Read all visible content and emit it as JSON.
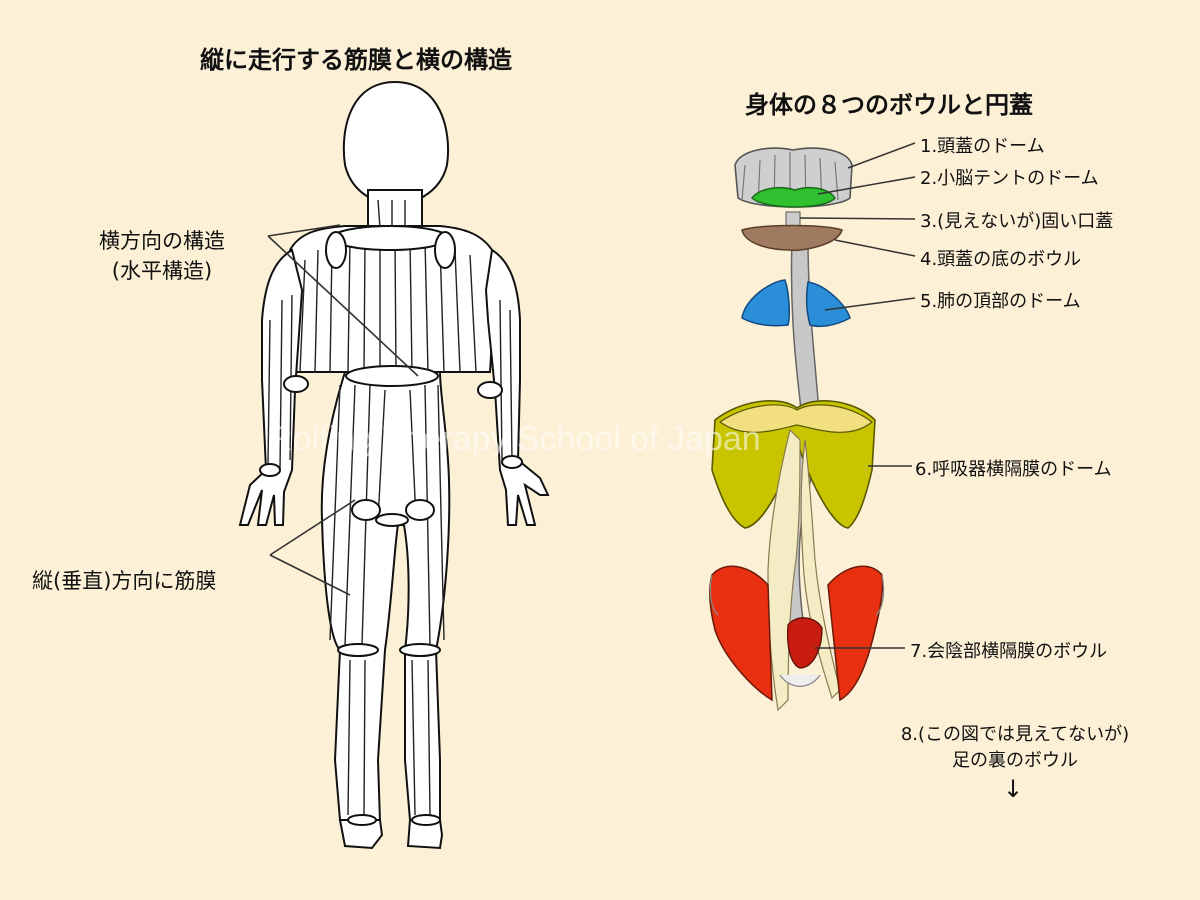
{
  "left": {
    "title": "縦に走行する筋膜と横の構造",
    "horizontal_label_line1": "横方向の構造",
    "horizontal_label_line2": "(水平構造)",
    "vertical_label": "縦(垂直)方向に筋膜"
  },
  "right": {
    "title": "身体の８つのボウルと円蓋",
    "items": [
      "1.頭蓋のドーム",
      "2.小脳テントのドーム",
      "3.(見えないが)固い口蓋",
      "4.頭蓋の底のボウル",
      "5.肺の頂部のドーム",
      "6.呼吸器横隔膜のドーム",
      "7.会陰部横隔膜のボウル"
    ],
    "item8_line1": "8.(この図では見えてないが)",
    "item8_line2": "足の裏のボウル",
    "arrow": "↓"
  },
  "watermark": "Rolfing Therapy School of Japan",
  "colors": {
    "background": "#fcf0d6",
    "cerebellum_tent": "#2fbf2f",
    "skull_base": "#a07a60",
    "lung_apex": "#2a8fd8",
    "diaphragm": "#c8c400",
    "pelvic_floor": "#e83010",
    "spine": "#c8c8c8"
  }
}
